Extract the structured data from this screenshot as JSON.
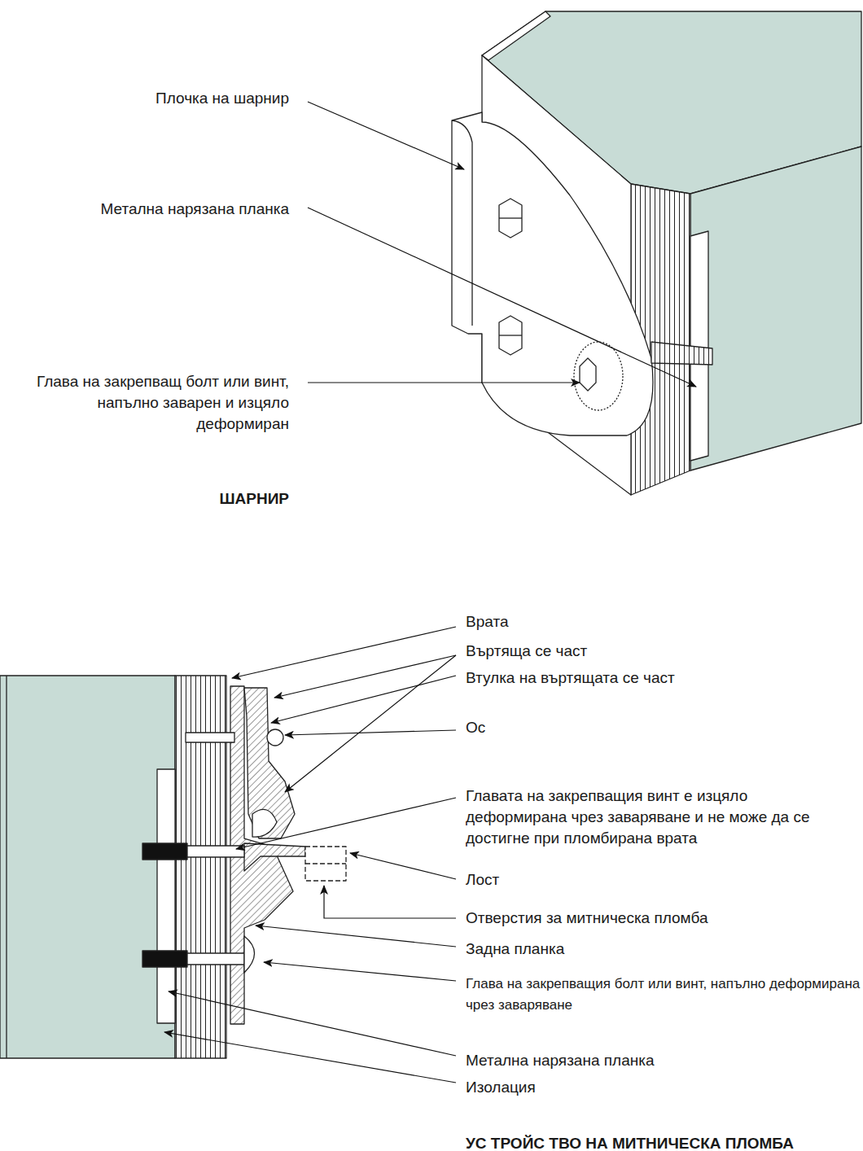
{
  "diagram": {
    "labels": [
      "Плочка на шарнир",
      "Метална нарязана планка",
      "Глава на закрепващ болт или винт, напълно заварен и изцяло деформиран",
      "ШАРНИР",
      "Врата",
      "Въртяща се част",
      "Втулка на въртящата се част",
      "Ос",
      "Главата на закрепващия винт е изцяло деформирана чрез заваряване и не може да се достигне при пломбирана врата",
      "Лост",
      "Отверстия за митническа пломба",
      "Задна планка",
      "Глава на закрепващия болт или винт, напълно деформирана чрез заваряване",
      "Метална нарязана планка",
      "Изолация",
      "УС ТРОЙС ТВО НА МИТНИЧЕСКА ПЛОМБА"
    ]
  }
}
